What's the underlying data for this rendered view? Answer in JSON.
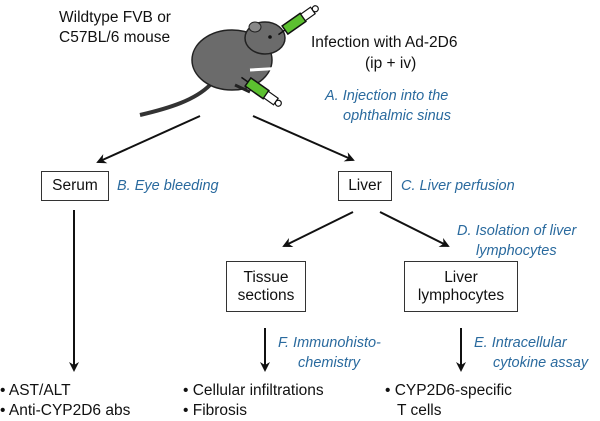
{
  "mouse_label": [
    "Wildtype FVB or",
    "C57BL/6 mouse"
  ],
  "infection_label": [
    "Infection with Ad-2D6",
    "(ip + iv)"
  ],
  "steps": {
    "A": [
      "A. Injection into the",
      "ophthalmic sinus"
    ],
    "B": "B. Eye bleeding",
    "C": "C. Liver perfusion",
    "D": [
      "D. Isolation of liver",
      "lymphocytes"
    ],
    "E": [
      "E. Intracellular",
      "cytokine assay"
    ],
    "F": [
      "F. Immunohisto-",
      "chemistry"
    ]
  },
  "boxes": {
    "serum": "Serum",
    "liver": "Liver",
    "tissue": [
      "Tissue",
      "sections"
    ],
    "lymph": [
      "Liver",
      "lymphocytes"
    ]
  },
  "outputs": {
    "serum": [
      "• AST/ALT",
      "• Anti-CYP2D6 abs"
    ],
    "tissue": [
      "• Cellular infiltrations",
      "• Fibrosis"
    ],
    "lymph": [
      "• CYP2D6-specific",
      "  T cells"
    ]
  },
  "colors": {
    "step_text": "#2a6a9e",
    "syringe": "#5cc030",
    "mouse": "#6b6b6b"
  }
}
